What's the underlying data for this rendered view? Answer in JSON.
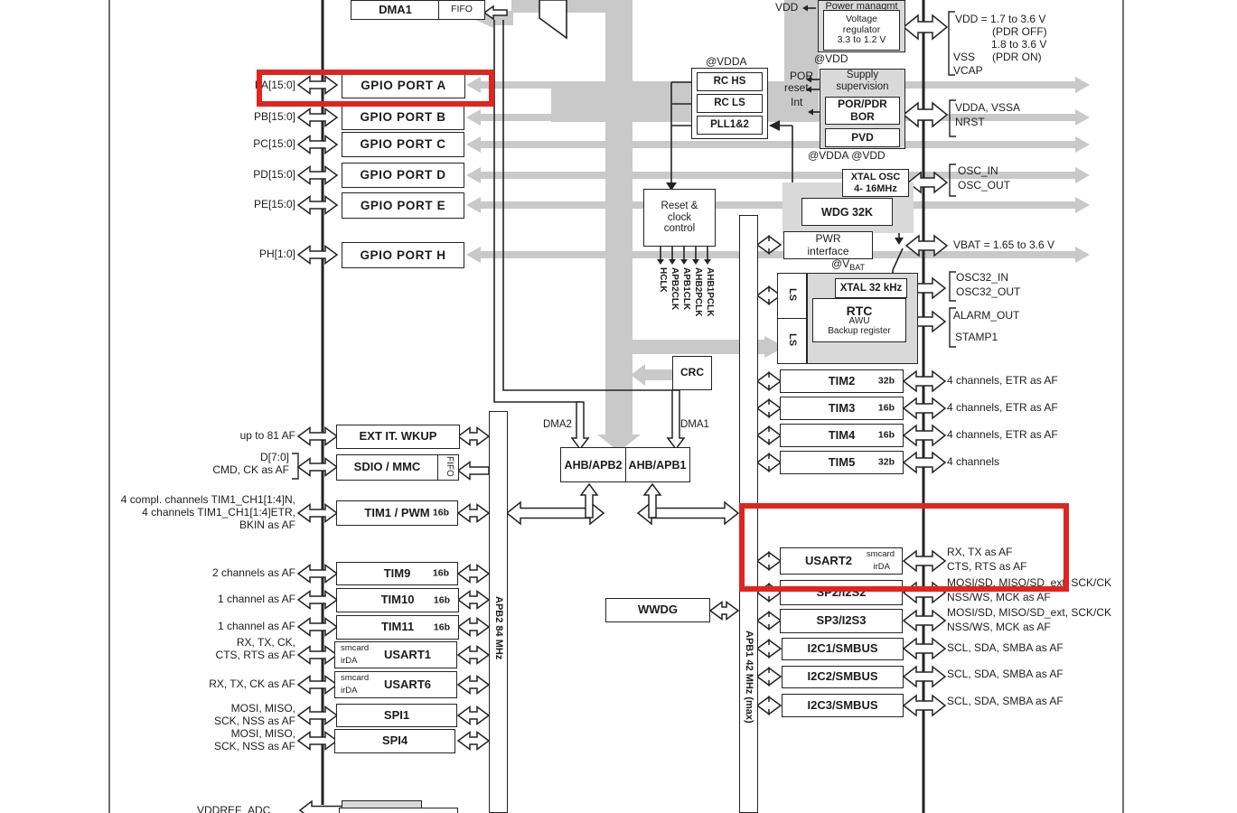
{
  "gpio": {
    "rows": [
      {
        "pin": "PA[15:0]",
        "label": "GPIO PORT A"
      },
      {
        "pin": "PB[15:0]",
        "label": "GPIO PORT B"
      },
      {
        "pin": "PC[15:0]",
        "label": "GPIO PORT C"
      },
      {
        "pin": "PD[15:0]",
        "label": "GPIO PORT D"
      },
      {
        "pin": "PE[15:0]",
        "label": "GPIO PORT E"
      },
      {
        "pin": "PH[1:0]",
        "label": "GPIO PORT H"
      }
    ]
  },
  "bus": {
    "dma1_top": "DMA1",
    "fifo_top": "FIFO",
    "dma2": "DMA2",
    "dma1": "DMA1",
    "ahb_apb2": "AHB/APB2",
    "ahb_apb1": "AHB/APB1",
    "apb2": "APB2 84 MHz",
    "apb1": "APB1 42 MHz (max)",
    "crc": "CRC"
  },
  "power": {
    "header": "Power managmt",
    "regulator": "Voltage\nregulator\n3.3 to 1.2 V",
    "vdd": "VDD",
    "at_vdd": "@VDD",
    "vdd_l1": "VDD = 1.7 to 3.6 V",
    "vdd_l2": "(PDR OFF)",
    "vdd_l3": "1.8 to 3.6 V",
    "vdd_l4": "(PDR ON)",
    "vss": "VSS",
    "vcap": "VCAP",
    "por": "POR",
    "reset": "reset",
    "int": "Int",
    "supply": "Supply\nsupervision",
    "por_pdr": "POR/PDR\nBOR",
    "pvd": "PVD",
    "at_vdda_vdd": "@VDDA @VDD",
    "vdda_vssa": "VDDA, VSSA",
    "nrst": "NRST"
  },
  "clock": {
    "at_vdda": "@VDDA",
    "rc_hs": "RC HS",
    "rc_ls": "RC LS",
    "pll": "PLL1&2",
    "rcc": "Reset &\nclock\ncontrol",
    "clk0": "HCLK",
    "clk1": "APB2CLK",
    "clk2": "APB1CLK",
    "clk3": "AHB2PCLK",
    "clk4": "AHB1PCLK",
    "xtal": "XTAL OSC\n4- 16MHz",
    "wdg": "WDG 32K",
    "osc_in": "OSC_IN",
    "osc_out": "OSC_OUT"
  },
  "rtc": {
    "pwr_if": "PWR\ninterface",
    "at_v": "@V",
    "bat": "BAT",
    "vbat": "VBAT = 1.65 to 3.6 V",
    "xtal32": "XTAL 32 kHz",
    "rtc": "RTC",
    "awu": "AWU",
    "backup": "Backup register",
    "ls1": "LS",
    "ls2": "LS",
    "osc32_in": "OSC32_IN",
    "osc32_out": "OSC32_OUT",
    "alarm": "ALARM_OUT",
    "stamp": "STAMP1"
  },
  "right": {
    "tim2": {
      "label": "TIM2",
      "bits": "32b",
      "post": "4 channels, ETR as AF"
    },
    "tim3": {
      "label": "TIM3",
      "bits": "16b",
      "post": "4 channels, ETR as AF"
    },
    "tim4": {
      "label": "TIM4",
      "bits": "16b",
      "post": "4 channels, ETR as AF"
    },
    "tim5": {
      "label": "TIM5",
      "bits": "32b",
      "post": "4 channels"
    },
    "usart2": {
      "label": "USART2",
      "sub1": "smcard",
      "sub2": "irDA",
      "post1": "RX, TX as AF",
      "post2": "CTS, RTS as AF"
    },
    "spi2": {
      "label": "SP2/I2S2",
      "post1": "MOSI/SD, MISO/SD_ext, SCK/CK",
      "post2": "NSS/WS, MCK as AF"
    },
    "spi3": {
      "label": "SP3/I2S3",
      "post1": "MOSI/SD, MISO/SD_ext, SCK/CK",
      "post2": "NSS/WS, MCK as AF"
    },
    "i2c1": {
      "label": "I2C1/SMBUS",
      "post": "SCL, SDA, SMBA as AF"
    },
    "i2c2": {
      "label": "I2C2/SMBUS",
      "post": "SCL, SDA, SMBA as AF"
    },
    "i2c3": {
      "label": "I2C3/SMBUS",
      "post": "SCL, SDA, SMBA as AF"
    },
    "wwdg": "WWDG"
  },
  "left": {
    "ext": {
      "pre": "up to 81 AF",
      "label": "EXT IT. WKUP"
    },
    "sdio": {
      "pre1": "D[7:0]",
      "pre2": "CMD, CK as AF",
      "label": "SDIO / MMC",
      "fifo": "FIFO"
    },
    "tim1": {
      "pre1": "4 compl. channels TIM1_CH1[1:4]N,",
      "pre2": "4 channels TIM1_CH1[1:4]ETR,",
      "pre3": "BKIN as AF",
      "label": "TIM1 / PWM",
      "bits": "16b"
    },
    "tim9": {
      "pre": "2 channels as AF",
      "label": "TIM9",
      "bits": "16b"
    },
    "tim10": {
      "pre": "1 channel as AF",
      "label": "TIM10",
      "bits": "16b"
    },
    "tim11": {
      "pre": "1 channel as AF",
      "label": "TIM11",
      "bits": "16b"
    },
    "usart1": {
      "pre1": "RX, TX, CK,",
      "pre2": "CTS, RTS as AF",
      "label": "USART1",
      "sub1": "smcard",
      "sub2": "irDA"
    },
    "usart6": {
      "pre": "RX, TX, CK as AF",
      "label": "USART6",
      "sub1": "smcard",
      "sub2": "irDA"
    },
    "spi1": {
      "pre1": "MOSI, MISO,",
      "pre2": "SCK, NSS as AF",
      "label": "SPI1"
    },
    "spi4": {
      "pre1": "MOSI, MISO,",
      "pre2": "SCK, NSS as AF",
      "label": "SPI4"
    },
    "vddref": "VDDREF_ADC"
  },
  "annotation_color": "#e02420"
}
